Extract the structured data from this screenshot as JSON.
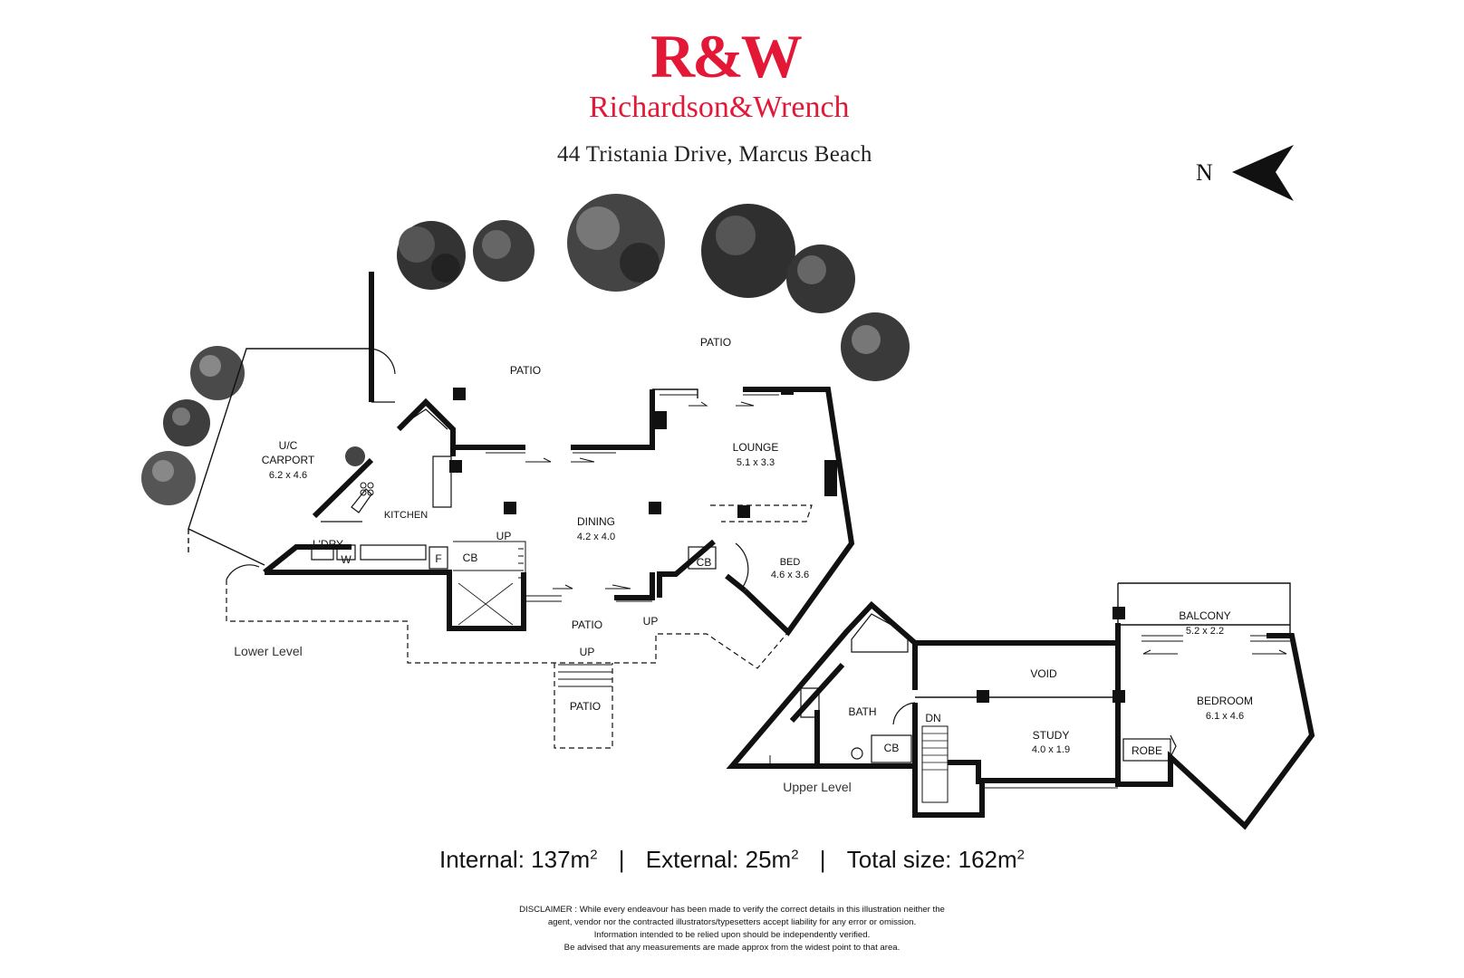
{
  "brand": {
    "logo_mark": "R&W",
    "name": "Richardson&Wrench",
    "brand_color": "#e31837"
  },
  "address": "44 Tristania Drive, Marcus Beach",
  "compass": {
    "letter": "N",
    "icon": "north-arrow-icon"
  },
  "rooms": {
    "patio_top_left": "PATIO",
    "patio_top_right": "PATIO",
    "carport": {
      "name_line1": "U/C",
      "name_line2": "CARPORT",
      "size": "6.2 x 4.6"
    },
    "kitchen": "KITCHEN",
    "laundry": "L'DRY",
    "washer": "W",
    "fridge": "F",
    "cb_lower_stair": "CB",
    "up_lower_stair": "UP",
    "lounge": {
      "name": "LOUNGE",
      "size": "5.1 x 3.3"
    },
    "dining": {
      "name": "DINING",
      "size": "4.2 x 4.0"
    },
    "bed": {
      "name": "BED",
      "size": "4.6 x 3.6"
    },
    "cb_bed": "CB",
    "patio_bottom": "PATIO",
    "up_patio_right": "UP",
    "up_patio_bottom": "UP",
    "patio_steps": "PATIO",
    "balcony": {
      "name": "BALCONY",
      "size": "5.2 x 2.2"
    },
    "void": "VOID",
    "bedroom": {
      "name": "BEDROOM",
      "size": "6.1 x 4.6"
    },
    "bath": "BATH",
    "dn": "DN",
    "cb_upper": "CB",
    "study": {
      "name": "STUDY",
      "size": "4.0 x 1.9"
    },
    "robe": "ROBE"
  },
  "levels": {
    "lower": "Lower Level",
    "upper": "Upper Level"
  },
  "sizes": {
    "internal_label": "Internal:",
    "internal_value": "137m",
    "external_label": "External:",
    "external_value": "25m",
    "total_label": "Total size:",
    "total_value": "162m",
    "unit_sup": "2",
    "separator": "|"
  },
  "disclaimer": [
    "DISCLAIMER : While every endeavour has been made to verify the correct details in this illustration neither the",
    "agent, vendor nor the contracted illustrators/typesetters accept liability for any error or omission.",
    "Information intended to be relied upon should be independently verified.",
    "Be advised that any measurements are made approx from the widest point to that area."
  ]
}
